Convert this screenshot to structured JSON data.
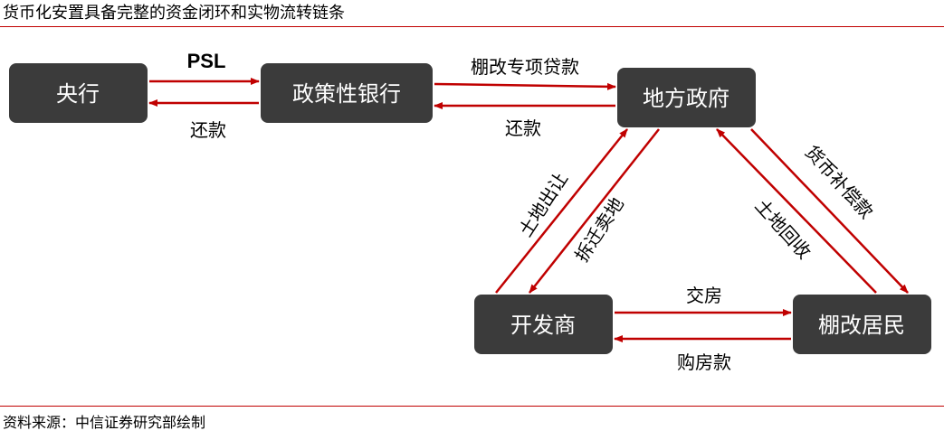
{
  "title": "货币化安置具备完整的资金闭环和实物流转链条",
  "source": "资料来源：中信证券研究部绘制",
  "nodes": {
    "central_bank": "央行",
    "policy_bank": "政策性银行",
    "local_gov": "地方政府",
    "developer": "开发商",
    "residents": "棚改居民"
  },
  "edges": {
    "psl": "PSL",
    "repay_1": "还款",
    "loan": "棚改专项贷款",
    "repay_2": "还款",
    "land_sale": "土地出让",
    "demolish_buy": "拆迁卖地",
    "compensation": "货币补偿款",
    "land_recover": "土地回收",
    "deliver_house": "交房",
    "house_payment": "购房款"
  },
  "colors": {
    "box": "#3b3b3b",
    "arrow": "#c00000",
    "rule": "#c00000"
  }
}
